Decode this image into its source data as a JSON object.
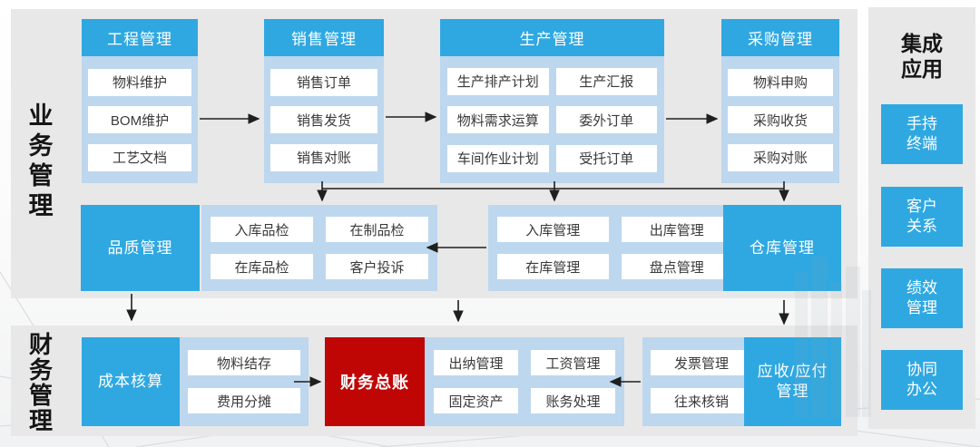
{
  "colors": {
    "module_blue": "#2fa8e1",
    "panel_light_blue": "#bdd7ee",
    "ledger_red": "#c00505",
    "section_gray": "#e8e8e8"
  },
  "business_section": {
    "label": "业务管理"
  },
  "finance_section": {
    "label": "财务管理"
  },
  "top_columns": [
    {
      "header": "工程管理",
      "items": [
        "物料维护",
        "BOM维护",
        "工艺文档"
      ]
    },
    {
      "header": "销售管理",
      "items": [
        "销售订单",
        "销售发货",
        "销售对账"
      ]
    },
    {
      "header": "生产管理",
      "items": [
        "生产排产计划",
        "生产汇报",
        "物料需求运算",
        "委外订单",
        "车间作业计划",
        "受托订单"
      ]
    },
    {
      "header": "采购管理",
      "items": [
        "物料申购",
        "采购收货",
        "采购对账"
      ]
    }
  ],
  "middle_row": {
    "quality_label": "品质管理",
    "quality_items": [
      "入库品检",
      "在制品检",
      "在库品检",
      "客户投诉"
    ],
    "warehouse_items": [
      "入库管理",
      "出库管理",
      "在库管理",
      "盘点管理"
    ],
    "warehouse_label": "仓库管理"
  },
  "finance_row": {
    "cost_label": "成本核算",
    "cost_items": [
      "物料结存",
      "费用分摊"
    ],
    "ledger_label": "财务总账",
    "accounting_items": [
      "出纳管理",
      "工资管理",
      "固定资产",
      "账务处理"
    ],
    "invoice_items": [
      "发票管理",
      "往来核销"
    ],
    "ar_ap_lines": [
      "应收/应付",
      "管理"
    ]
  },
  "integration": {
    "title": "集成应用",
    "items": [
      [
        "手持",
        "终端"
      ],
      [
        "客户",
        "关系"
      ],
      [
        "绩效",
        "管理"
      ],
      [
        "协同",
        "办公"
      ]
    ]
  }
}
